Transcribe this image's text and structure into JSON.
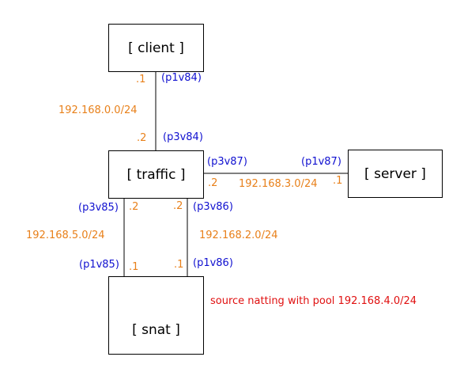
{
  "nodes": {
    "client": "[ client ]",
    "traffic": "[ traffic ]",
    "server": "[ server ]",
    "snat": "[ snat ]"
  },
  "links": {
    "client_traffic": {
      "subnet": "192.168.0.0/24",
      "client_port": "(p1v84)",
      "client_host": ".1",
      "traffic_port": "(p3v84)",
      "traffic_host": ".2"
    },
    "traffic_server": {
      "subnet": "192.168.3.0/24",
      "traffic_port": "(p3v87)",
      "traffic_host": ".2",
      "server_port": "(p1v87)",
      "server_host": ".1"
    },
    "traffic_snat_left": {
      "subnet": "192.168.5.0/24",
      "traffic_port": "(p3v85)",
      "traffic_host": ".2",
      "snat_port": "(p1v85)",
      "snat_host": ".1"
    },
    "traffic_snat_right": {
      "subnet": "192.168.2.0/24",
      "traffic_port": "(p3v86)",
      "traffic_host": ".2",
      "snat_port": "(p1v86)",
      "snat_host": ".1"
    }
  },
  "annotation": "source natting with pool 192.168.4.0/24",
  "colors": {
    "host": "#e8801a",
    "port": "#1010d0",
    "annotation": "#e01010"
  }
}
